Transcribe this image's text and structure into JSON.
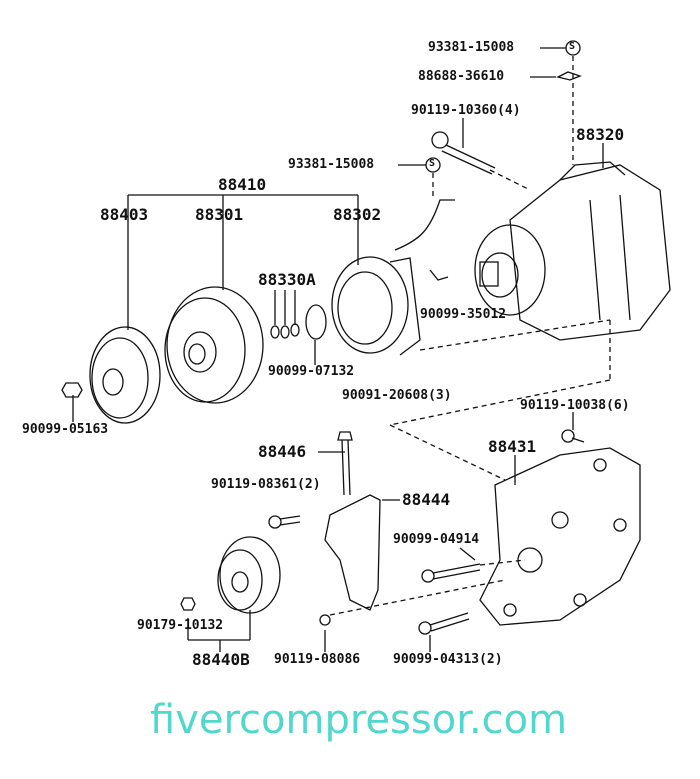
{
  "diagram": {
    "labels": {
      "top_93381": "93381-15008",
      "p88688": "88688-36610",
      "p90119_10360": "90119-10360(4)",
      "p88320": "88320",
      "mid_93381": "93381-15008",
      "p88410": "88410",
      "p88403": "88403",
      "p88301": "88301",
      "p88302": "88302",
      "p88330A": "88330A",
      "p90099_35012": "90099-35012",
      "p90099_07132": "90099-07132",
      "p90091_20608": "90091-20608(3)",
      "p90119_10038": "90119-10038(6)",
      "p90099_05163": "90099-05163",
      "p88446": "88446",
      "p88431": "88431",
      "p90119_08361": "90119-08361(2)",
      "p88444": "88444",
      "p90099_04914": "90099-04914",
      "p90179_10132": "90179-10132",
      "p88440B": "88440B",
      "p90119_08086": "90119-08086",
      "p90099_04313": "90099-04313(2)"
    },
    "symbol_s": "S",
    "watermark": "fivercompressor.com"
  }
}
